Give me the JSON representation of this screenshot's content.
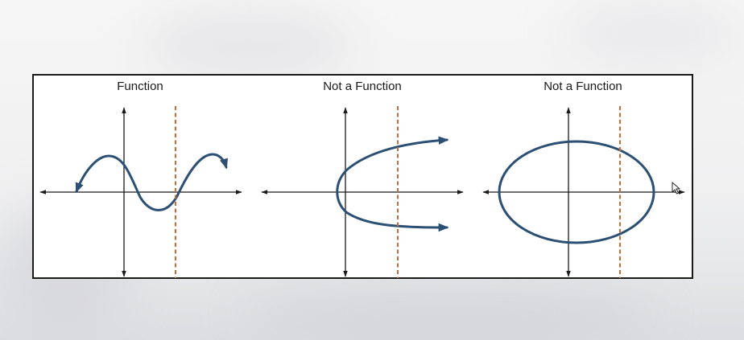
{
  "figure": {
    "panels": [
      {
        "title": "Function",
        "curve": "sine-wave"
      },
      {
        "title": "Not a Function",
        "curve": "sideways-parabola"
      },
      {
        "title": "Not a Function",
        "curve": "ellipse"
      }
    ]
  },
  "colors": {
    "curve": "#2c4f74",
    "vertical_line_test": "#c96a3a",
    "axes": "#1a1a1a",
    "border": "#1a1a1a"
  }
}
